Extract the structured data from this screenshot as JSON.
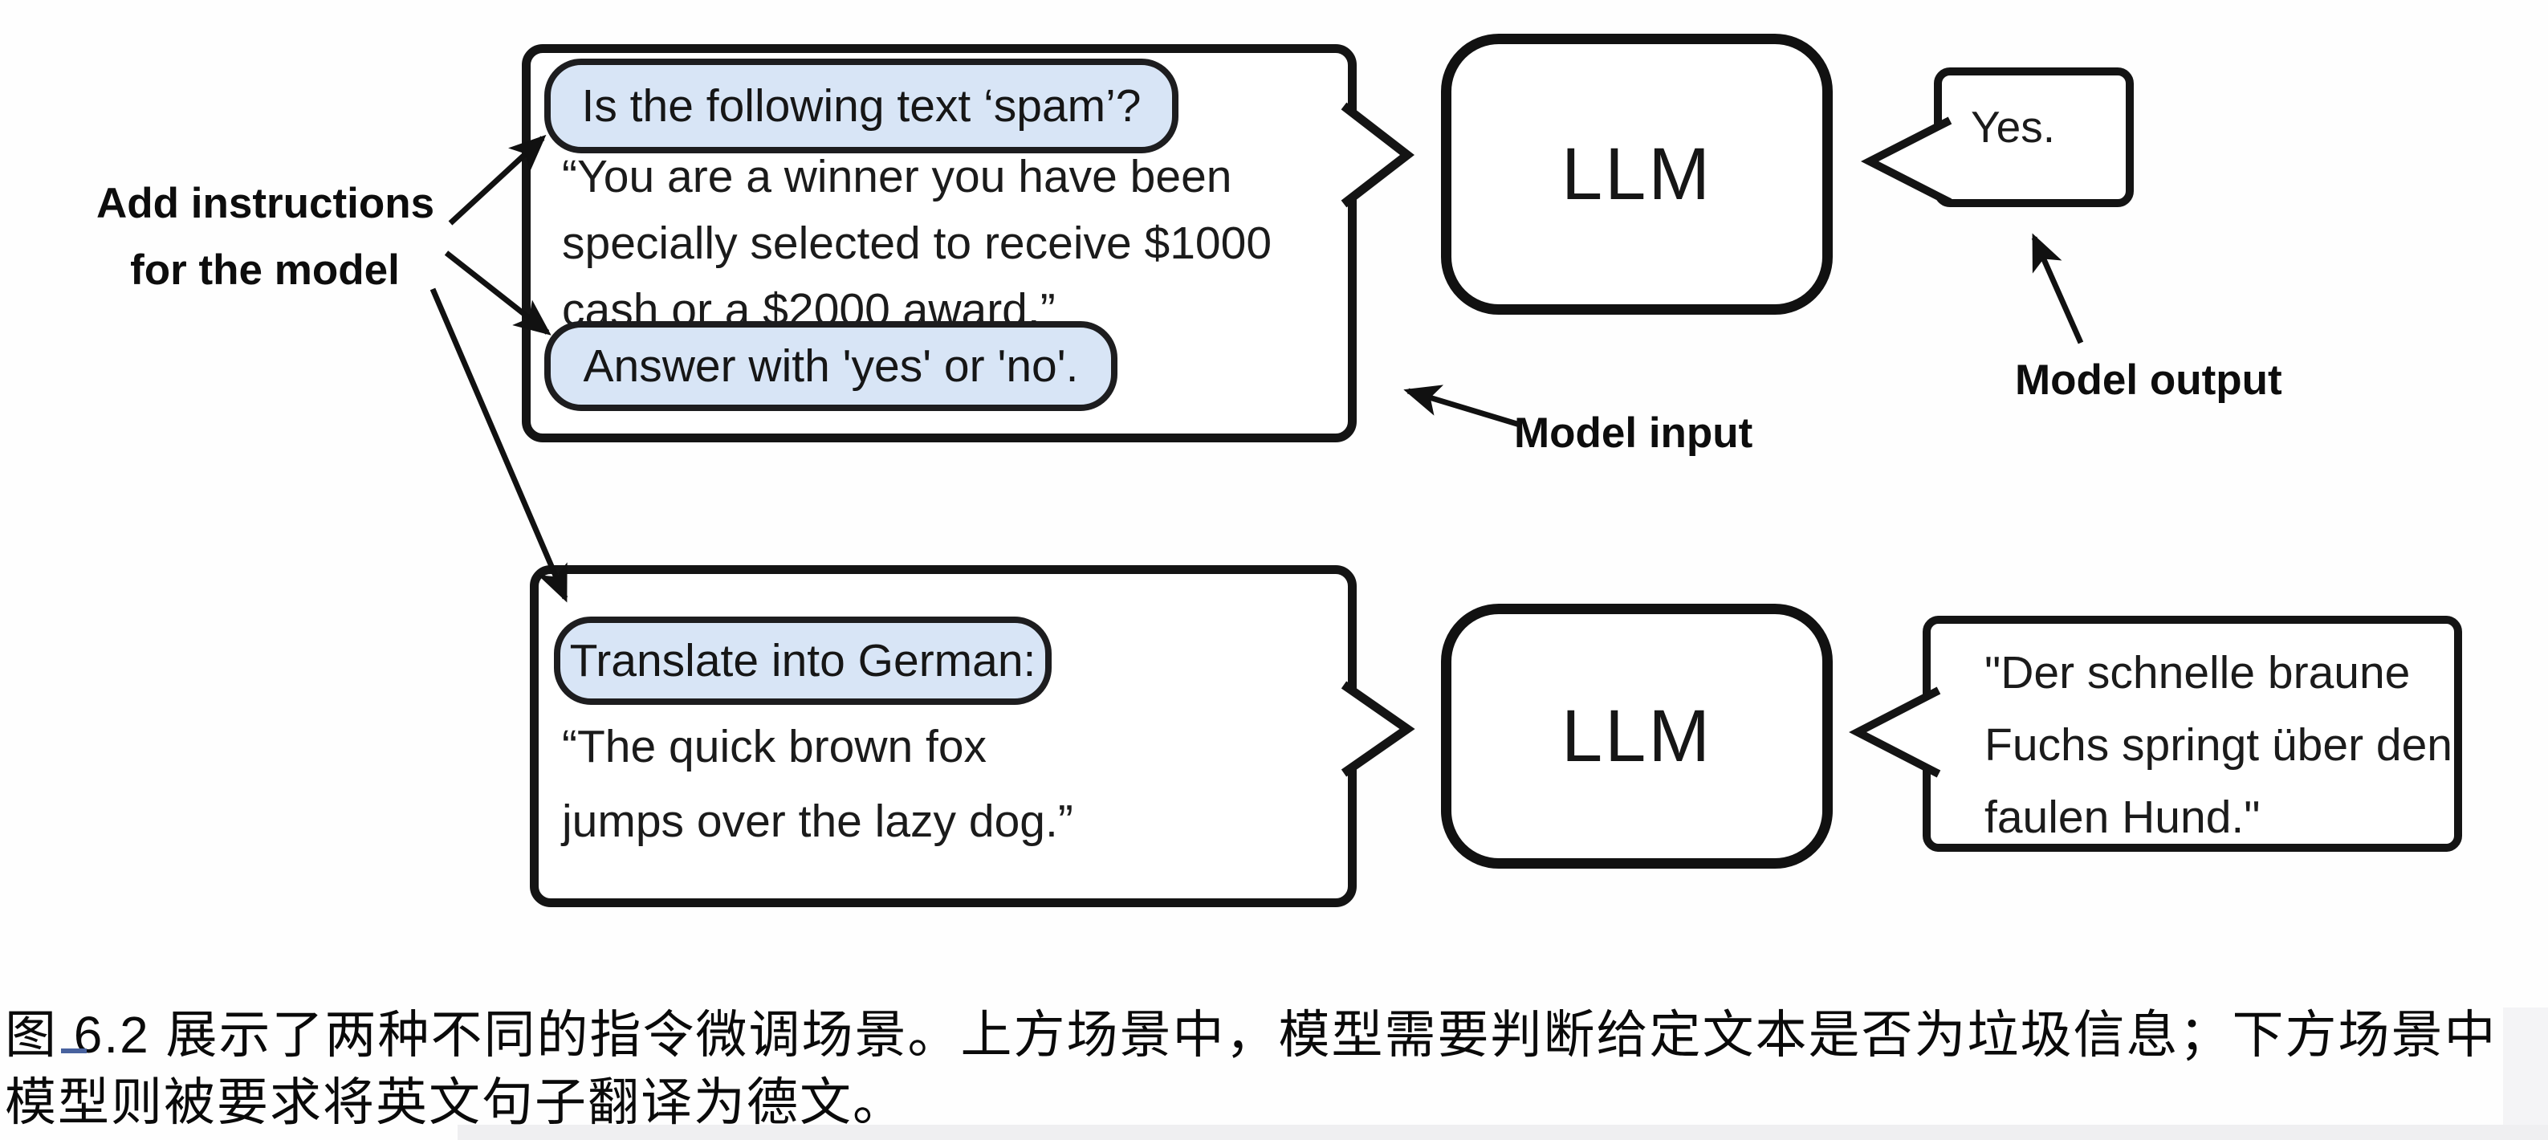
{
  "labels": {
    "add_instructions_line1": "Add instructions",
    "add_instructions_line2": "for the model",
    "model_input": "Model input",
    "model_output": "Model output"
  },
  "top_scenario": {
    "instruction_pill_1": "Is the following text ‘spam’?",
    "input_lines": [
      "“You are a winner you have been",
      "specially selected to receive $1000",
      "cash or a $2000 award.”"
    ],
    "instruction_pill_2": "Answer with 'yes' or 'no'.",
    "model_name": "LLM",
    "output_text": "Yes."
  },
  "bottom_scenario": {
    "instruction_pill": "Translate into German:",
    "input_lines": [
      "“The quick brown fox",
      "jumps over the lazy dog.”"
    ],
    "model_name": "LLM",
    "output_lines": [
      "\"Der schnelle braune",
      "Fuchs springt über den",
      "faulen Hund.\""
    ]
  },
  "caption": {
    "line1": "图 6.2 展示了两种不同的指令微调场景。上方场景中，模型需要判断给定文本是否为垃圾信息；下方场景中，",
    "line2": "模型则被要求将英文句子翻译为德文。"
  },
  "colors": {
    "pill_fill": "#d8e5f6",
    "stroke": "#141414",
    "caption_underline": "#48629e"
  }
}
